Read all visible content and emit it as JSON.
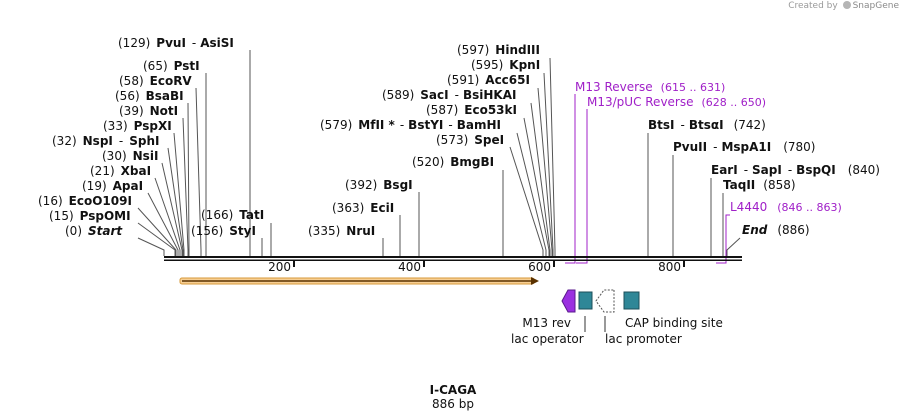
{
  "credit": {
    "prefix": "Created by",
    "brand": "SnapGene"
  },
  "construct": {
    "name": "I-CAGA",
    "length_label": "886 bp",
    "length": 886
  },
  "ruler": {
    "ticks": [
      200,
      400,
      600,
      800
    ]
  },
  "colors": {
    "site": "#000000",
    "primer": "#a020c8",
    "orf": "#e8a23a",
    "lac_operator": "#2f7f8f",
    "cap_site": "#2f7f8f",
    "m13_rev": "#9b30e0",
    "line": "#555555"
  },
  "sites": [
    {
      "name": "Start",
      "pos": "0",
      "italic": true
    },
    {
      "name": "PspOMI",
      "pos": "15"
    },
    {
      "name": "EcoO109I",
      "pos": "16"
    },
    {
      "name": "ApaI",
      "pos": "19"
    },
    {
      "name": "XbaI",
      "pos": "21"
    },
    {
      "name": "NsiI",
      "pos": "30"
    },
    {
      "name": "NspI",
      "pos": "32",
      "extra": "SphI"
    },
    {
      "name": "PspXI",
      "pos": "33"
    },
    {
      "name": "NotI",
      "pos": "39"
    },
    {
      "name": "BsaBI",
      "pos": "56"
    },
    {
      "name": "EcoRV",
      "pos": "58"
    },
    {
      "name": "PstI",
      "pos": "65"
    },
    {
      "name": "PvuI",
      "pos": "129",
      "extra": "AsiSI"
    },
    {
      "name": "StyI",
      "pos": "156"
    },
    {
      "name": "TatI",
      "pos": "166"
    },
    {
      "name": "NruI",
      "pos": "335"
    },
    {
      "name": "EciI",
      "pos": "363"
    },
    {
      "name": "BsgI",
      "pos": "392"
    },
    {
      "name": "BmgBI",
      "pos": "520"
    },
    {
      "name": "SpeI",
      "pos": "573"
    },
    {
      "name": "MfII *",
      "pos": "579",
      "extra": "BstYI",
      "extra2": "BamHI"
    },
    {
      "name": "Eco53kI",
      "pos": "587"
    },
    {
      "name": "SacI",
      "pos": "589",
      "extra": "BsiHKAI"
    },
    {
      "name": "Acc65I",
      "pos": "591"
    },
    {
      "name": "KpnI",
      "pos": "595"
    },
    {
      "name": "HindIII",
      "pos": "597"
    },
    {
      "name": "BtsI",
      "pos": "742",
      "extra": "BtsαI"
    },
    {
      "name": "PvuII",
      "pos": "780",
      "extra": "MspA1I"
    },
    {
      "name": "EarI",
      "pos": "840",
      "extra": "SapI",
      "extra2": "BspQI"
    },
    {
      "name": "TaqII",
      "pos": "858"
    },
    {
      "name": "End",
      "pos": "886",
      "italic": true
    }
  ],
  "primers": [
    {
      "name": "M13 Reverse",
      "range": "(615 .. 631)"
    },
    {
      "name": "M13/pUC Reverse",
      "range": "(628 .. 650)"
    },
    {
      "name": "L4440",
      "range": "(846 .. 863)"
    }
  ],
  "features": [
    {
      "name": "M13 rev",
      "type": "primer_bind"
    },
    {
      "name": "lac operator",
      "type": "protein_bind"
    },
    {
      "name": "lac promoter",
      "type": "promoter"
    },
    {
      "name": "CAP binding site",
      "type": "protein_bind"
    }
  ]
}
